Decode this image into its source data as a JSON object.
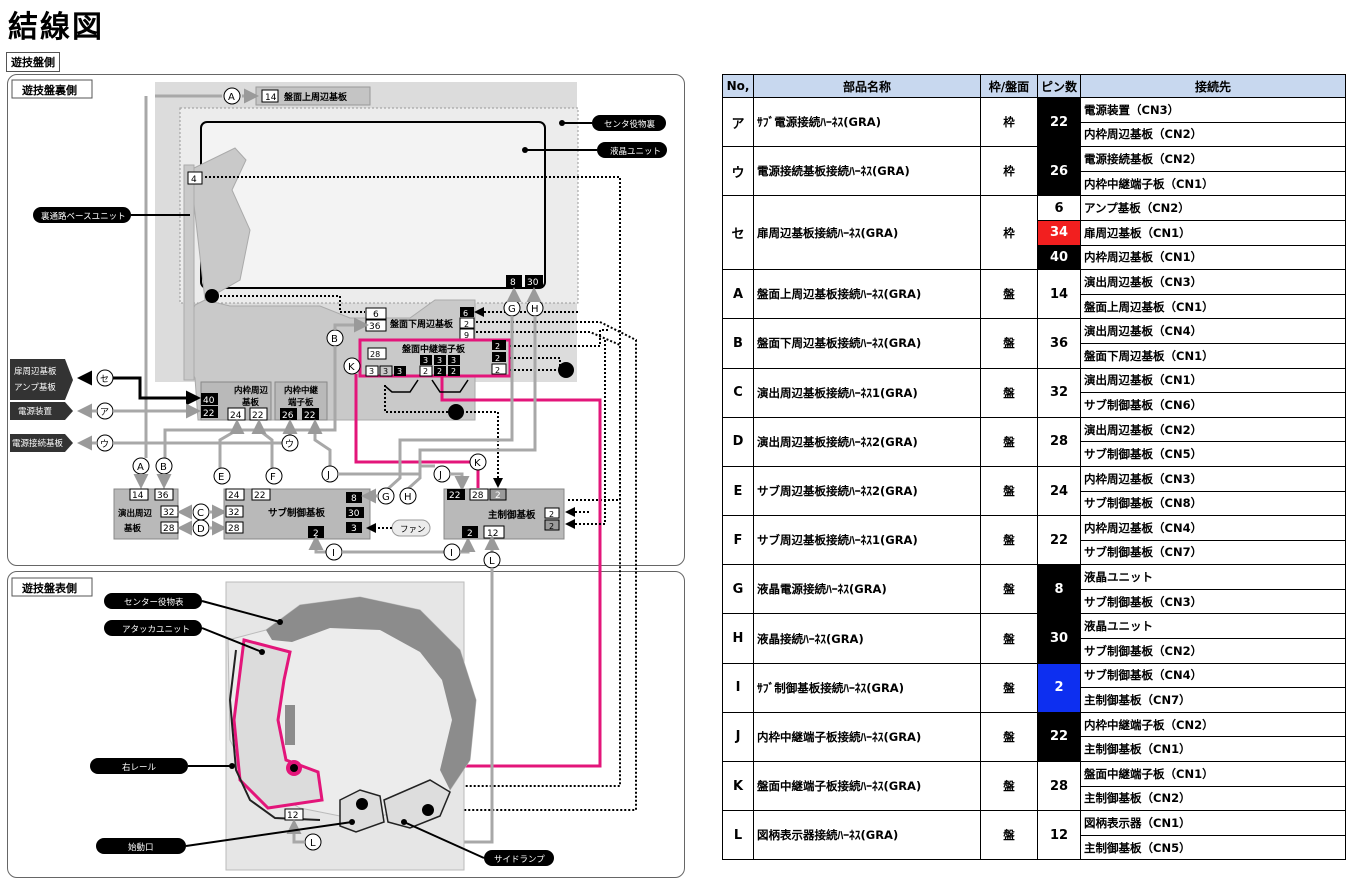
{
  "title": "結線図",
  "section_label": "遊技盤側",
  "panels": {
    "back": "遊技盤裏側",
    "front": "遊技盤表側"
  },
  "colors": {
    "harness_gray": "#a8a8a8",
    "harness_pink": "#e3157a",
    "header_blue": "#c8d8ef",
    "pin_red": "#f21f1f",
    "pin_blue": "#0d2ff0",
    "board_gray": "#b9b9b9"
  },
  "back_labels": {
    "center_back": "センタ役物裏",
    "lcd_unit": "液晶ユニット",
    "back_passage": "裏通路ベースユニット",
    "door_amp": [
      "扉周辺基板",
      "アンプ基板"
    ],
    "power_device": "電源装置",
    "power_conn_board": "電源接続基板",
    "upper_board": "盤面上周辺基板",
    "lower_board": "盤面下周辺基板",
    "relay_board": "盤面中継端子板",
    "inner_frame_board": [
      "内枠周辺",
      "基板"
    ],
    "inner_relay_board": [
      "内枠中継",
      "端子板"
    ],
    "effect_board": [
      "演出周辺",
      "基板"
    ],
    "sub_control": "サブ制御基板",
    "main_control": "主制御基板",
    "fan": "ファン"
  },
  "front_labels": {
    "center_accessory": "センター役物表",
    "attacker_unit": "アタッカユニット",
    "right_rail": "右レール",
    "start_port": "始動口",
    "side_lamp": "サイドランプ"
  },
  "connector_numbers": [
    "14",
    "4",
    "6",
    "36",
    "2",
    "9",
    "8",
    "30",
    "28",
    "3",
    "40",
    "22",
    "24",
    "26",
    "32",
    "12"
  ],
  "circle_letters": [
    "A",
    "B",
    "C",
    "D",
    "E",
    "F",
    "G",
    "H",
    "I",
    "J",
    "K",
    "L",
    "セ",
    "ア",
    "ウ"
  ],
  "table": {
    "headers": [
      "No,",
      "部品名称",
      "枠/盤面",
      "ピン数",
      "接続先"
    ],
    "rows": [
      {
        "no": "ア",
        "name": "ｻﾌﾞ電源接続ﾊｰﾈｽ(GRA)",
        "fm": "枠",
        "pins": [
          "22"
        ],
        "pin_style": [
          "black"
        ],
        "dest": [
          "電源装置（CN3）",
          "内枠周辺基板（CN2）"
        ]
      },
      {
        "no": "ウ",
        "name": "電源接続基板接続ﾊｰﾈｽ(GRA)",
        "fm": "枠",
        "pins": [
          "26"
        ],
        "pin_style": [
          "black"
        ],
        "dest": [
          "電源接続基板（CN2）",
          "内枠中継端子板（CN1）"
        ]
      },
      {
        "no": "セ",
        "name": "扉周辺基板接続ﾊｰﾈｽ(GRA)",
        "fm": "枠",
        "pins": [
          "6",
          "34",
          "40"
        ],
        "pin_style": [
          "plain",
          "red",
          "black"
        ],
        "dest": [
          "アンプ基板（CN2）",
          "扉周辺基板（CN1）",
          "内枠周辺基板（CN1）"
        ]
      },
      {
        "no": "A",
        "name": "盤面上周辺基板接続ﾊｰﾈｽ(GRA)",
        "fm": "盤",
        "pins": [
          "14"
        ],
        "pin_style": [
          "plain"
        ],
        "dest": [
          "演出周辺基板（CN3）",
          "盤面上周辺基板（CN1）"
        ]
      },
      {
        "no": "B",
        "name": "盤面下周辺基板接続ﾊｰﾈｽ(GRA)",
        "fm": "盤",
        "pins": [
          "36"
        ],
        "pin_style": [
          "plain"
        ],
        "dest": [
          "演出周辺基板（CN4）",
          "盤面下周辺基板（CN1）"
        ]
      },
      {
        "no": "C",
        "name": "演出周辺基板接続ﾊｰﾈｽ1(GRA)",
        "fm": "盤",
        "pins": [
          "32"
        ],
        "pin_style": [
          "plain"
        ],
        "dest": [
          "演出周辺基板（CN1）",
          "サブ制御基板（CN6）"
        ]
      },
      {
        "no": "D",
        "name": "演出周辺基板接続ﾊｰﾈｽ2(GRA)",
        "fm": "盤",
        "pins": [
          "28"
        ],
        "pin_style": [
          "plain"
        ],
        "dest": [
          "演出周辺基板（CN2）",
          "サブ制御基板（CN5）"
        ]
      },
      {
        "no": "E",
        "name": "サブ周辺基板接続ﾊｰﾈｽ2(GRA)",
        "fm": "盤",
        "pins": [
          "24"
        ],
        "pin_style": [
          "plain"
        ],
        "dest": [
          "内枠周辺基板（CN3）",
          "サブ制御基板（CN8）"
        ]
      },
      {
        "no": "F",
        "name": "サブ周辺基板接続ﾊｰﾈｽ1(GRA)",
        "fm": "盤",
        "pins": [
          "22"
        ],
        "pin_style": [
          "plain"
        ],
        "dest": [
          "内枠周辺基板（CN4）",
          "サブ制御基板（CN7）"
        ]
      },
      {
        "no": "G",
        "name": "液晶電源接続ﾊｰﾈｽ(GRA)",
        "fm": "盤",
        "pins": [
          "8"
        ],
        "pin_style": [
          "black"
        ],
        "dest": [
          "液晶ユニット",
          "サブ制御基板（CN3）"
        ]
      },
      {
        "no": "H",
        "name": "液晶接続ﾊｰﾈｽ(GRA)",
        "fm": "盤",
        "pins": [
          "30"
        ],
        "pin_style": [
          "black"
        ],
        "dest": [
          "液晶ユニット",
          "サブ制御基板（CN2）"
        ]
      },
      {
        "no": "I",
        "name": "ｻﾌﾞ制御基板接続ﾊｰﾈｽ(GRA)",
        "fm": "盤",
        "pins": [
          "2"
        ],
        "pin_style": [
          "blue"
        ],
        "dest": [
          "サブ制御基板（CN4）",
          "主制御基板（CN7）"
        ]
      },
      {
        "no": "J",
        "name": "内枠中継端子板接続ﾊｰﾈｽ(GRA)",
        "fm": "盤",
        "pins": [
          "22"
        ],
        "pin_style": [
          "black"
        ],
        "dest": [
          "内枠中継端子板（CN2）",
          "主制御基板（CN1）"
        ]
      },
      {
        "no": "K",
        "name": "盤面中継端子板接続ﾊｰﾈｽ(GRA)",
        "fm": "盤",
        "pins": [
          "28"
        ],
        "pin_style": [
          "plain"
        ],
        "dest": [
          "盤面中継端子板（CN1）",
          "主制御基板（CN2）"
        ]
      },
      {
        "no": "L",
        "name": "図柄表示器接続ﾊｰﾈｽ(GRA)",
        "fm": "盤",
        "pins": [
          "12"
        ],
        "pin_style": [
          "plain"
        ],
        "dest": [
          "図柄表示器（CN1）",
          "主制御基板（CN5）"
        ]
      }
    ]
  }
}
